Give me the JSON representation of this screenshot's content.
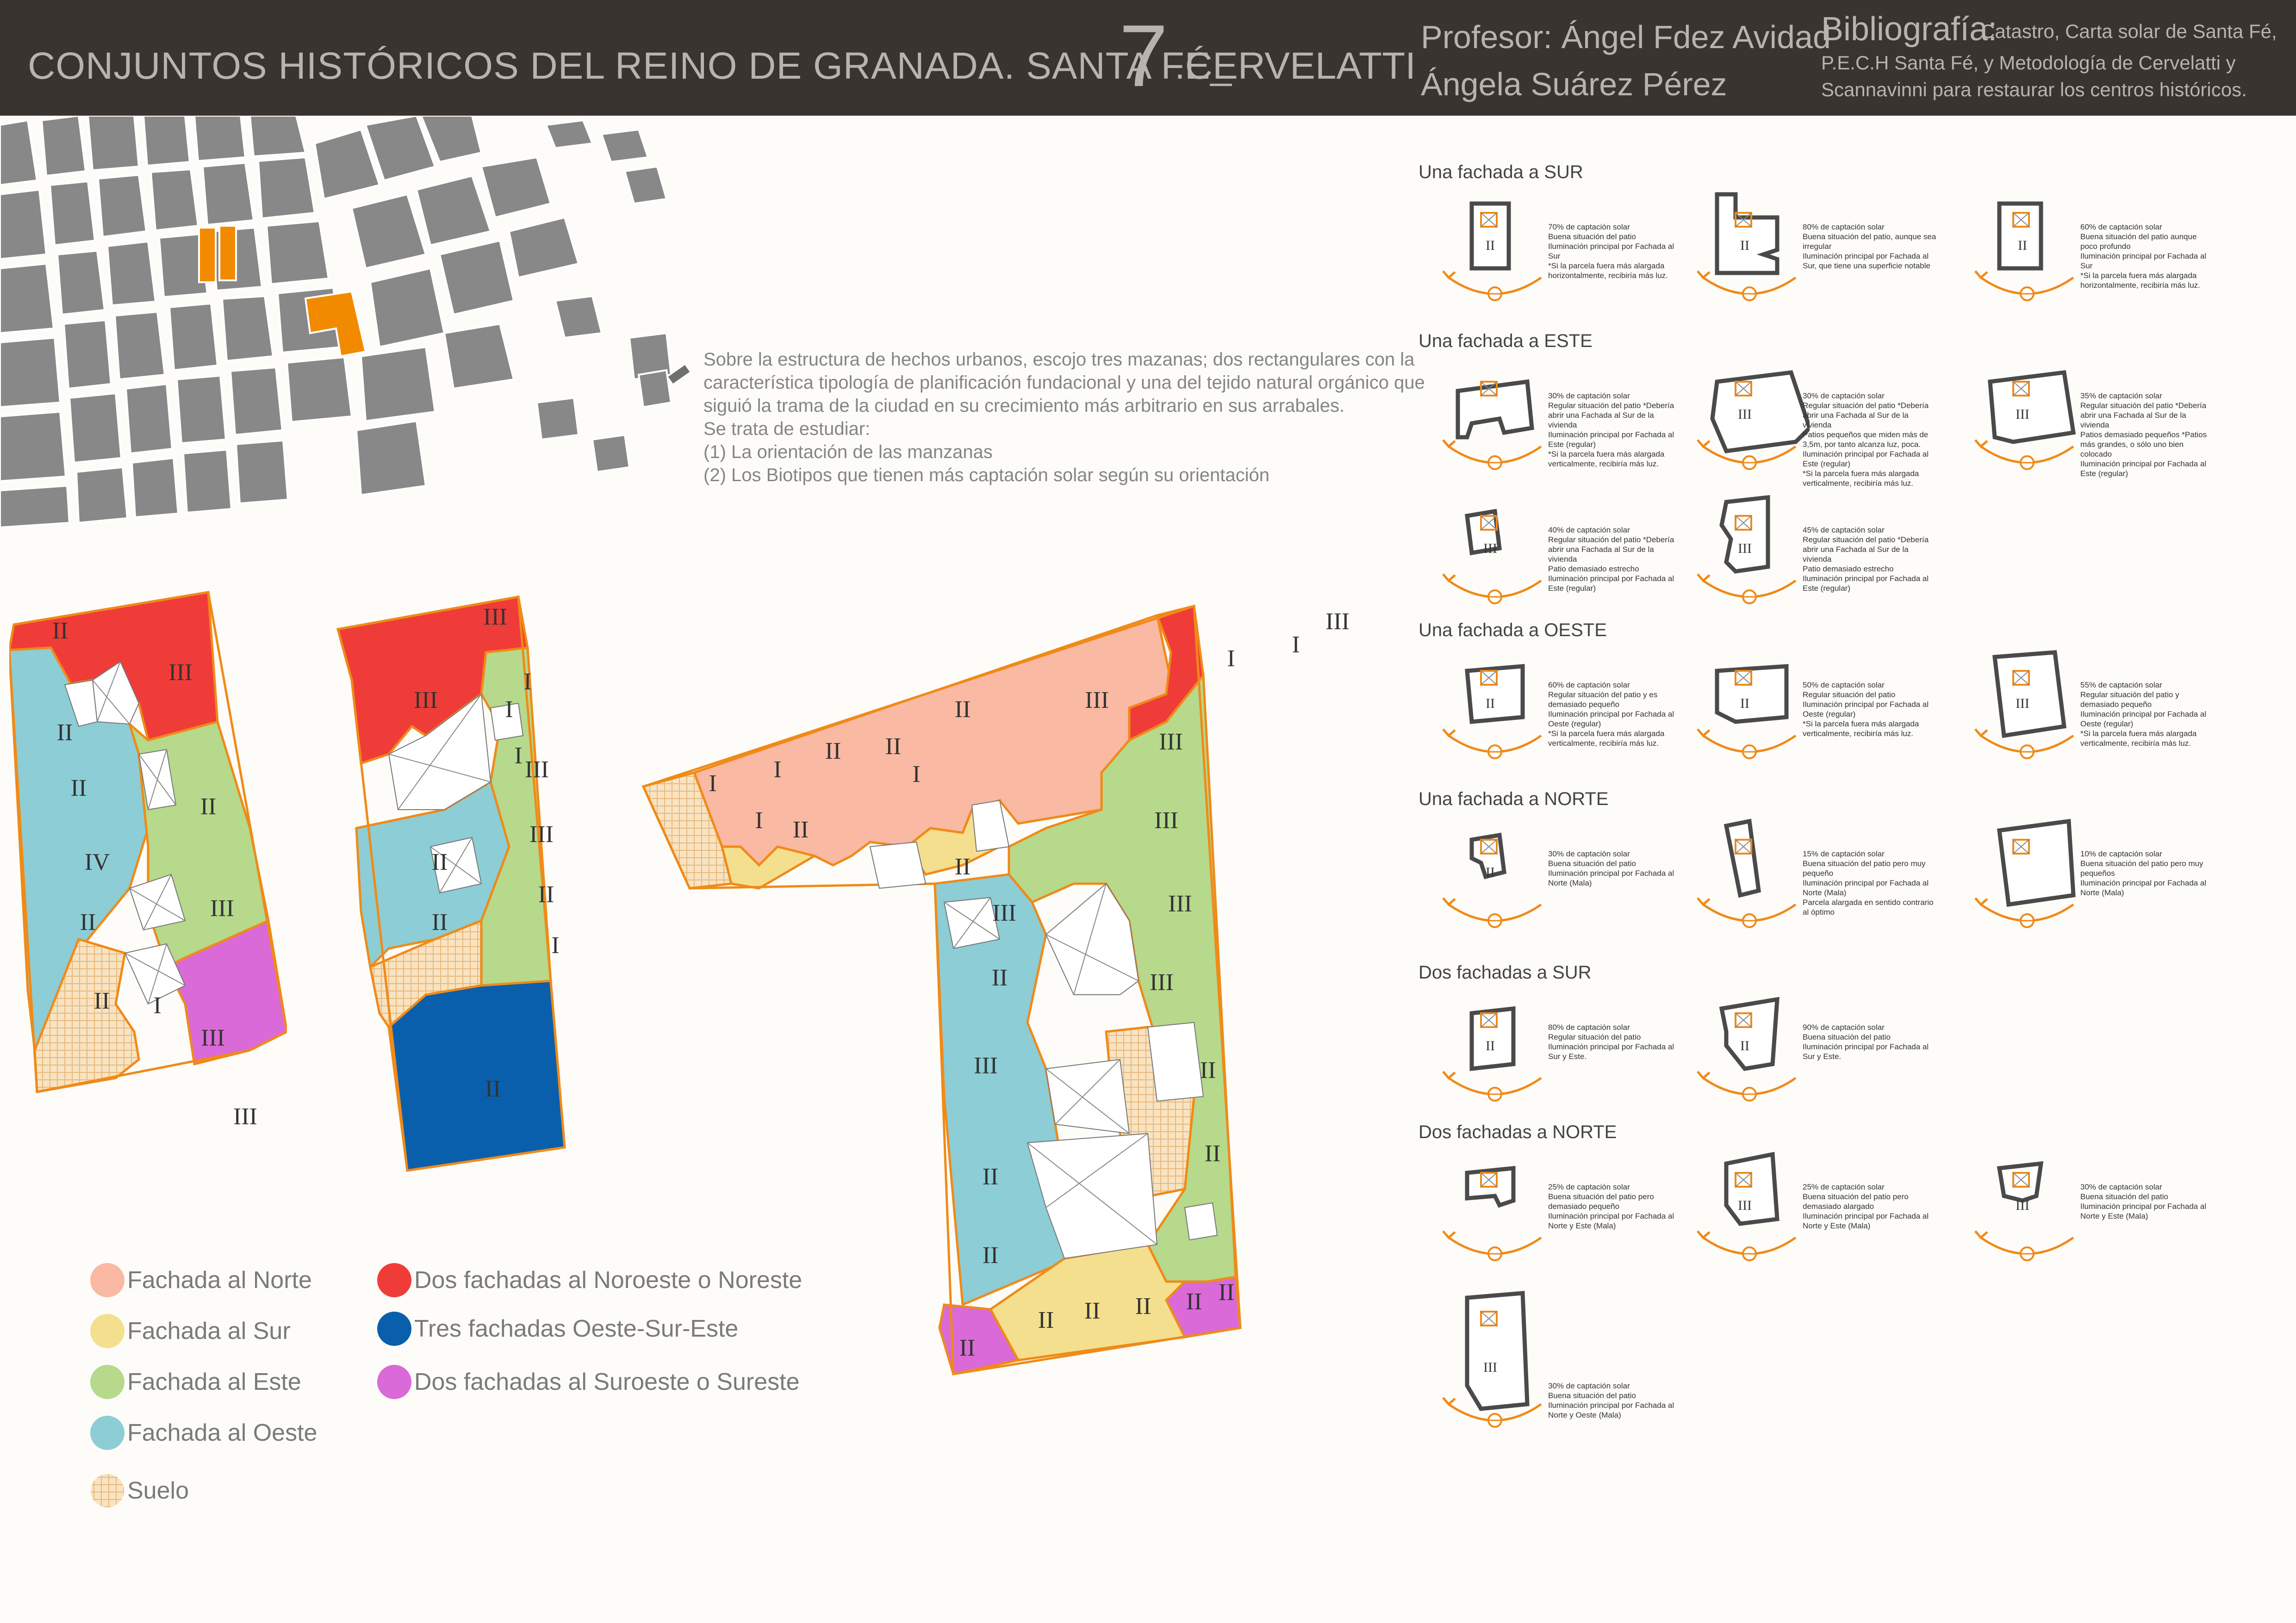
{
  "header": {
    "title": "CONJUNTOS HISTÓRICOS DEL REINO DE GRANADA. SANTA FÉ_",
    "number": "7",
    "number_suffix": ".CERVELATTI",
    "professor_line": "Profesor: Ángel Fdez Avidad",
    "student_line": "Ángela Suárez Pérez",
    "bibliography_label": "Bibliografía:",
    "bibliography_lines": [
      "Catastro, Carta solar de Santa Fé,",
      "P.E.C.H Santa Fé, y Metodología de Cervelatti y",
      "Scannavinni para restaurar los centros históricos."
    ]
  },
  "intro": {
    "paragraph": "Sobre la estructura de hechos urbanos, escojo tres mazanas; dos rectangulares con la característica tipología de planificación fundacional y una del tejido natural orgánico que siguió la trama de la ciudad en su crecimiento más arbitrario en sus arrabales.",
    "line_1": "Se trata de estudiar:",
    "line_2": "(1) La orientación de las manzanas",
    "line_3": "(2) Los Biotipos que tienen más captación solar según su orientación"
  },
  "colors": {
    "north": "#f9b9a2",
    "south": "#f3df8e",
    "east": "#b6d98c",
    "west": "#8ccdd6",
    "ground_fill": "#f8e3c2",
    "two_nw_ne": "#f03c38",
    "three_wse": "#0a5fac",
    "two_sw_se": "#d96ad8",
    "outline": "#f08a18",
    "map_block": "#888888",
    "highlight": "#f28a00"
  },
  "legend": [
    {
      "label": "Fachada al Norte",
      "color": "#f9b9a2"
    },
    {
      "label": "Fachada al Sur",
      "color": "#f3df8e"
    },
    {
      "label": "Fachada al Este",
      "color": "#b6d98c"
    },
    {
      "label": "Fachada al Oeste",
      "color": "#8ccdd6"
    },
    {
      "label": "Suelo",
      "color": "#f8e3c2"
    },
    {
      "label": "Dos fachadas al Noroeste o Noreste",
      "color": "#f03c38"
    },
    {
      "label": "Tres fachadas Oeste-Sur-Este",
      "color": "#0a5fac"
    },
    {
      "label": "Dos fachadas al Suroeste o Sureste",
      "color": "#d96ad8"
    }
  ],
  "sections": [
    {
      "title": "Una fachada  a SUR",
      "biotypes": [
        {
          "numeral": "II",
          "note": [
            "70% de captación solar",
            "Buena situación del patio",
            "Iluminación principal por Fachada al Sur",
            "*Si la parcela fuera más alargada horizontalmente, recibiría más luz."
          ]
        },
        {
          "numeral": "II",
          "note": [
            "80% de captación solar",
            "Buena situación del patio, aunque sea irregular",
            "Iluminación principal por Fachada al Sur, que tiene una superficie notable"
          ]
        },
        {
          "numeral": "II",
          "note": [
            "60% de captación solar",
            "Buena situación del patio aunque poco profundo",
            "Iluminación principal por Fachada al Sur",
            "*Si la parcela fuera más alargada horizontalmente, recibiría más luz."
          ]
        }
      ]
    },
    {
      "title": "Una fachada a ESTE",
      "biotypes": [
        {
          "numeral": "",
          "note": [
            "30% de captación solar",
            "Regular situación del patio *Debería abrir una Fachada al Sur de la vivienda",
            "Iluminación principal por Fachada al Este (regular)",
            "*Si la parcela fuera más alargada verticalmente, recibiría más luz."
          ]
        },
        {
          "numeral": "III",
          "note": [
            "30% de captación solar",
            "Regular situación del patio *Debería abrir una Fachada al Sur de la vivienda",
            "Patios pequeños que miden más de 3,5m, por tanto alcanza luz, poca.",
            "Iluminación principal por Fachada al Este (regular)",
            "*Si la parcela fuera más alargada verticalmente, recibiría más luz."
          ]
        },
        {
          "numeral": "III",
          "note": [
            "35% de captación solar",
            "Regular situación del patio *Debería abrir una Fachada al Sur de la vivienda",
            "Patios demasiado pequeños *Patios más grandes, o sólo uno bien colocado",
            "Iluminación principal por Fachada al Este (regular)"
          ]
        },
        {
          "numeral": "III",
          "note": [
            "40% de captación solar",
            "Regular situación del patio *Debería abrir una Fachada al Sur de la vivienda",
            "Patio demasiado estrecho",
            "Iluminación principal por Fachada al Este (regular)"
          ]
        },
        {
          "numeral": "III",
          "note": [
            "45% de captación solar",
            "Regular situación del patio *Debería abrir una Fachada al Sur de la vivienda",
            "Patio demasiado estrecho",
            "Iluminación principal por Fachada al Este (regular)"
          ]
        }
      ]
    },
    {
      "title": "Una fachada a OESTE",
      "biotypes": [
        {
          "numeral": "II",
          "note": [
            "60% de captación solar",
            "Regular situación del patio y es demasiado pequeño",
            "Iluminación principal por Fachada al Oeste (regular)",
            "*Si la parcela fuera más alargada verticalmente, recibiría más luz."
          ]
        },
        {
          "numeral": "II",
          "note": [
            "50% de captación solar",
            "Regular situación del patio",
            "Iluminación principal por Fachada al Oeste (regular)",
            "*Si la parcela fuera más alargada verticalmente, recibiría más luz."
          ]
        },
        {
          "numeral": "III",
          "note": [
            "55% de captación solar",
            "Regular situación del patio y demasiado pequeño",
            "Iluminación principal por Fachada al Oeste (regular)",
            "*Si la parcela fuera más alargada verticalmente, recibiría más luz."
          ]
        }
      ]
    },
    {
      "title": "Una fachada a NORTE",
      "biotypes": [
        {
          "numeral": "II",
          "note": [
            "30% de captación solar",
            "Buena situación del patio",
            "Iluminación principal por Fachada al Norte (Mala)"
          ]
        },
        {
          "numeral": "",
          "note": [
            "15% de captación solar",
            "Buena situación del patio pero muy pequeño",
            "Iluminación principal por Fachada al Norte (Mala)",
            "Parcela alargada en sentido contrario al óptimo"
          ]
        },
        {
          "numeral": "",
          "note": [
            "10% de captación solar",
            "Buena situación del patio pero muy pequeños",
            "Iluminación principal por Fachada al Norte (Mala)"
          ]
        }
      ]
    },
    {
      "title": "Dos fachadas a SUR",
      "biotypes": [
        {
          "numeral": "II",
          "note": [
            "80% de captación solar",
            "Regular situación del patio",
            "Iluminación principal por Fachada al Sur y Este."
          ]
        },
        {
          "numeral": "II",
          "note": [
            "90% de captación solar",
            "Buena situación del patio",
            "Iluminación principal por Fachada al Sur y Este."
          ]
        }
      ]
    },
    {
      "title": "Dos fachadas a NORTE",
      "biotypes": [
        {
          "numeral": "",
          "note": [
            "25% de captación solar",
            "Buena situación del patio pero demasiado pequeño",
            "Iluminación principal por Fachada al Norte y Este (Mala)"
          ]
        },
        {
          "numeral": "III",
          "note": [
            "25% de captación solar",
            "Buena situación del patio pero demasiado alargado",
            "Iluminación principal por Fachada al Norte y Este (Mala)"
          ]
        },
        {
          "numeral": "III",
          "note": [
            "30% de captación solar",
            "Buena situación del patio",
            "Iluminación principal por Fachada al Norte y Este (Mala)"
          ]
        },
        {
          "numeral": "III",
          "note": [
            "30% de captación solar",
            "Buena situación del patio",
            "Iluminación principal por Fachada al Norte y Oeste (Mala)"
          ]
        }
      ]
    }
  ],
  "block_a": {
    "labels": [
      "II",
      "III",
      "II",
      "II",
      "II",
      "IV",
      "III",
      "II",
      "II",
      "I",
      "III",
      "III"
    ]
  },
  "block_b": {
    "labels": [
      "III",
      "III",
      "I",
      "II",
      "III",
      "III",
      "I",
      "II",
      "II",
      "I",
      "I",
      "II"
    ]
  },
  "block_c": {
    "labels": [
      "I",
      "I",
      "II",
      "II",
      "I",
      "II",
      "III",
      "I",
      "I",
      "III",
      "I",
      "II",
      "III",
      "III",
      "III",
      "II",
      "III",
      "III",
      "II",
      "II",
      "III",
      "II",
      "II",
      "II",
      "II",
      "II",
      "II",
      "II",
      "II",
      "II"
    ]
  }
}
